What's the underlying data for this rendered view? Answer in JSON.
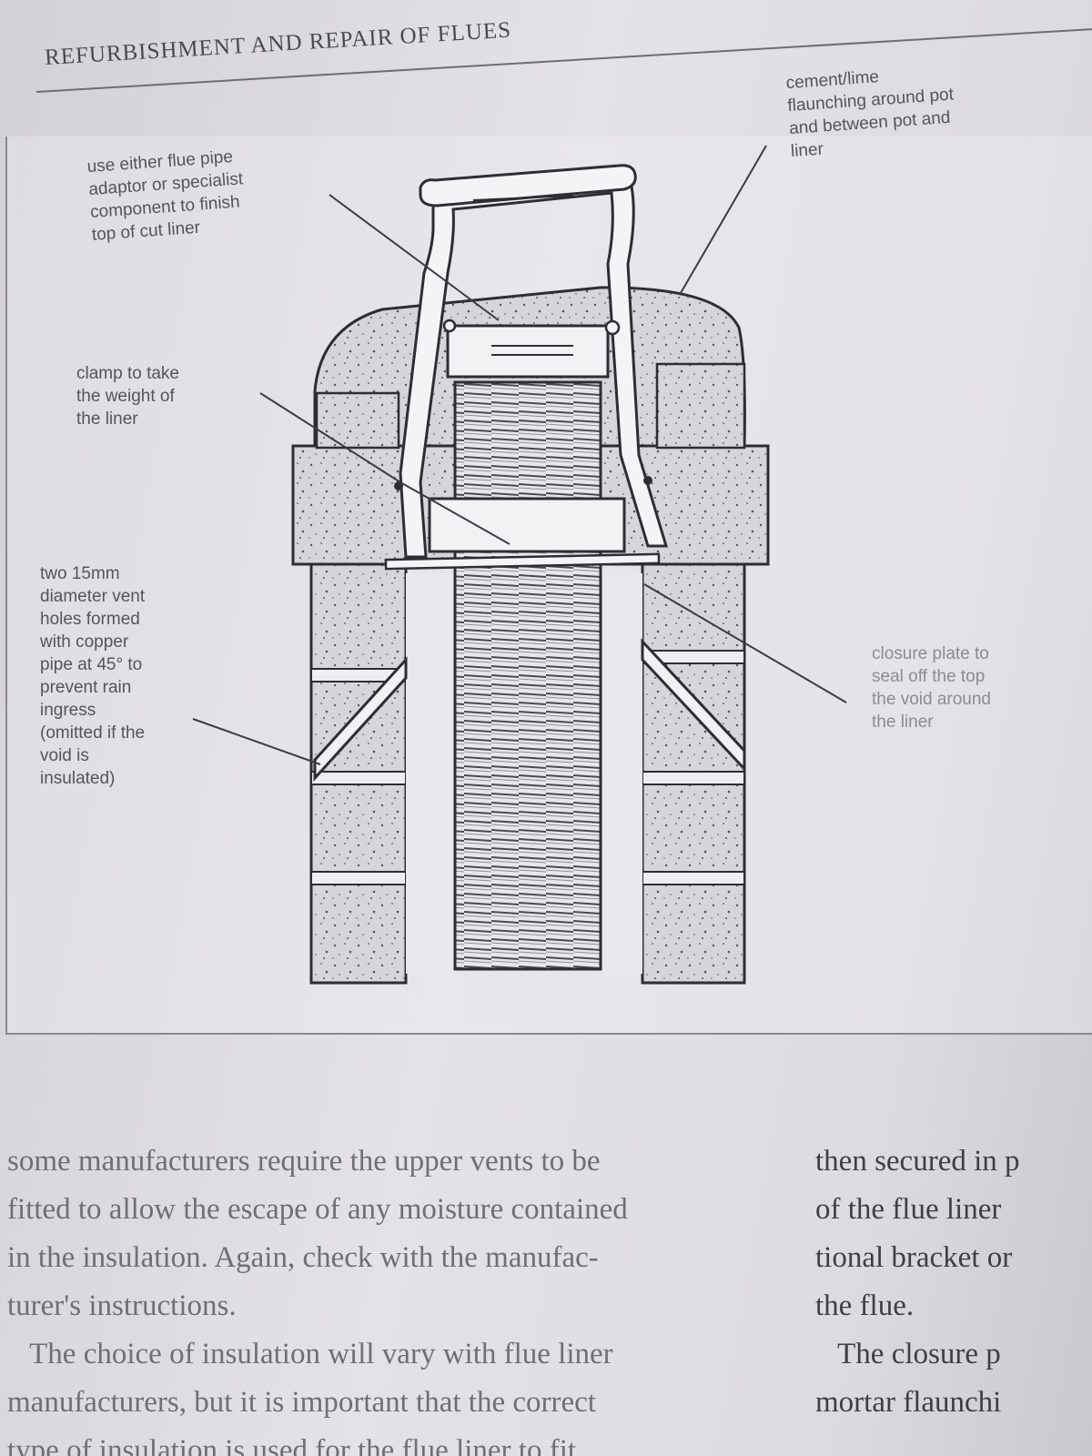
{
  "header": {
    "running_head": "REFURBISHMENT AND REPAIR OF FLUES"
  },
  "figure": {
    "labels": {
      "flaunching": "cement/lime\nflaunching around pot\nand between pot and\nliner",
      "adaptor": "use either flue pipe\nadaptor or specialist\ncomponent to finish\ntop of cut liner",
      "clamp": "clamp to take\nthe weight of\nthe liner",
      "vent_holes": "two 15mm\ndiameter vent\nholes formed\nwith copper\npipe at 45° to\nprevent rain\ningress\n(omitted if the\nvoid is\ninsulated)",
      "closure_plate": "closure plate to\nseal off the top\nthe void around\nthe liner"
    }
  },
  "body_text": {
    "left_column": "some manufacturers require the upper vents to be\nfitted to allow the escape of any moisture contained\nin the insulation. Again, check with the manufac-\nturer's instructions.\n   The choice of insulation will vary with flue liner\nmanufacturers, but it is important that the correct\ntype of insulation is used for the flue liner to fit",
    "right_column": "then secured in p\nof the flue liner\ntional bracket or\nthe flue.\n   The closure p\nmortar flaunchi"
  }
}
